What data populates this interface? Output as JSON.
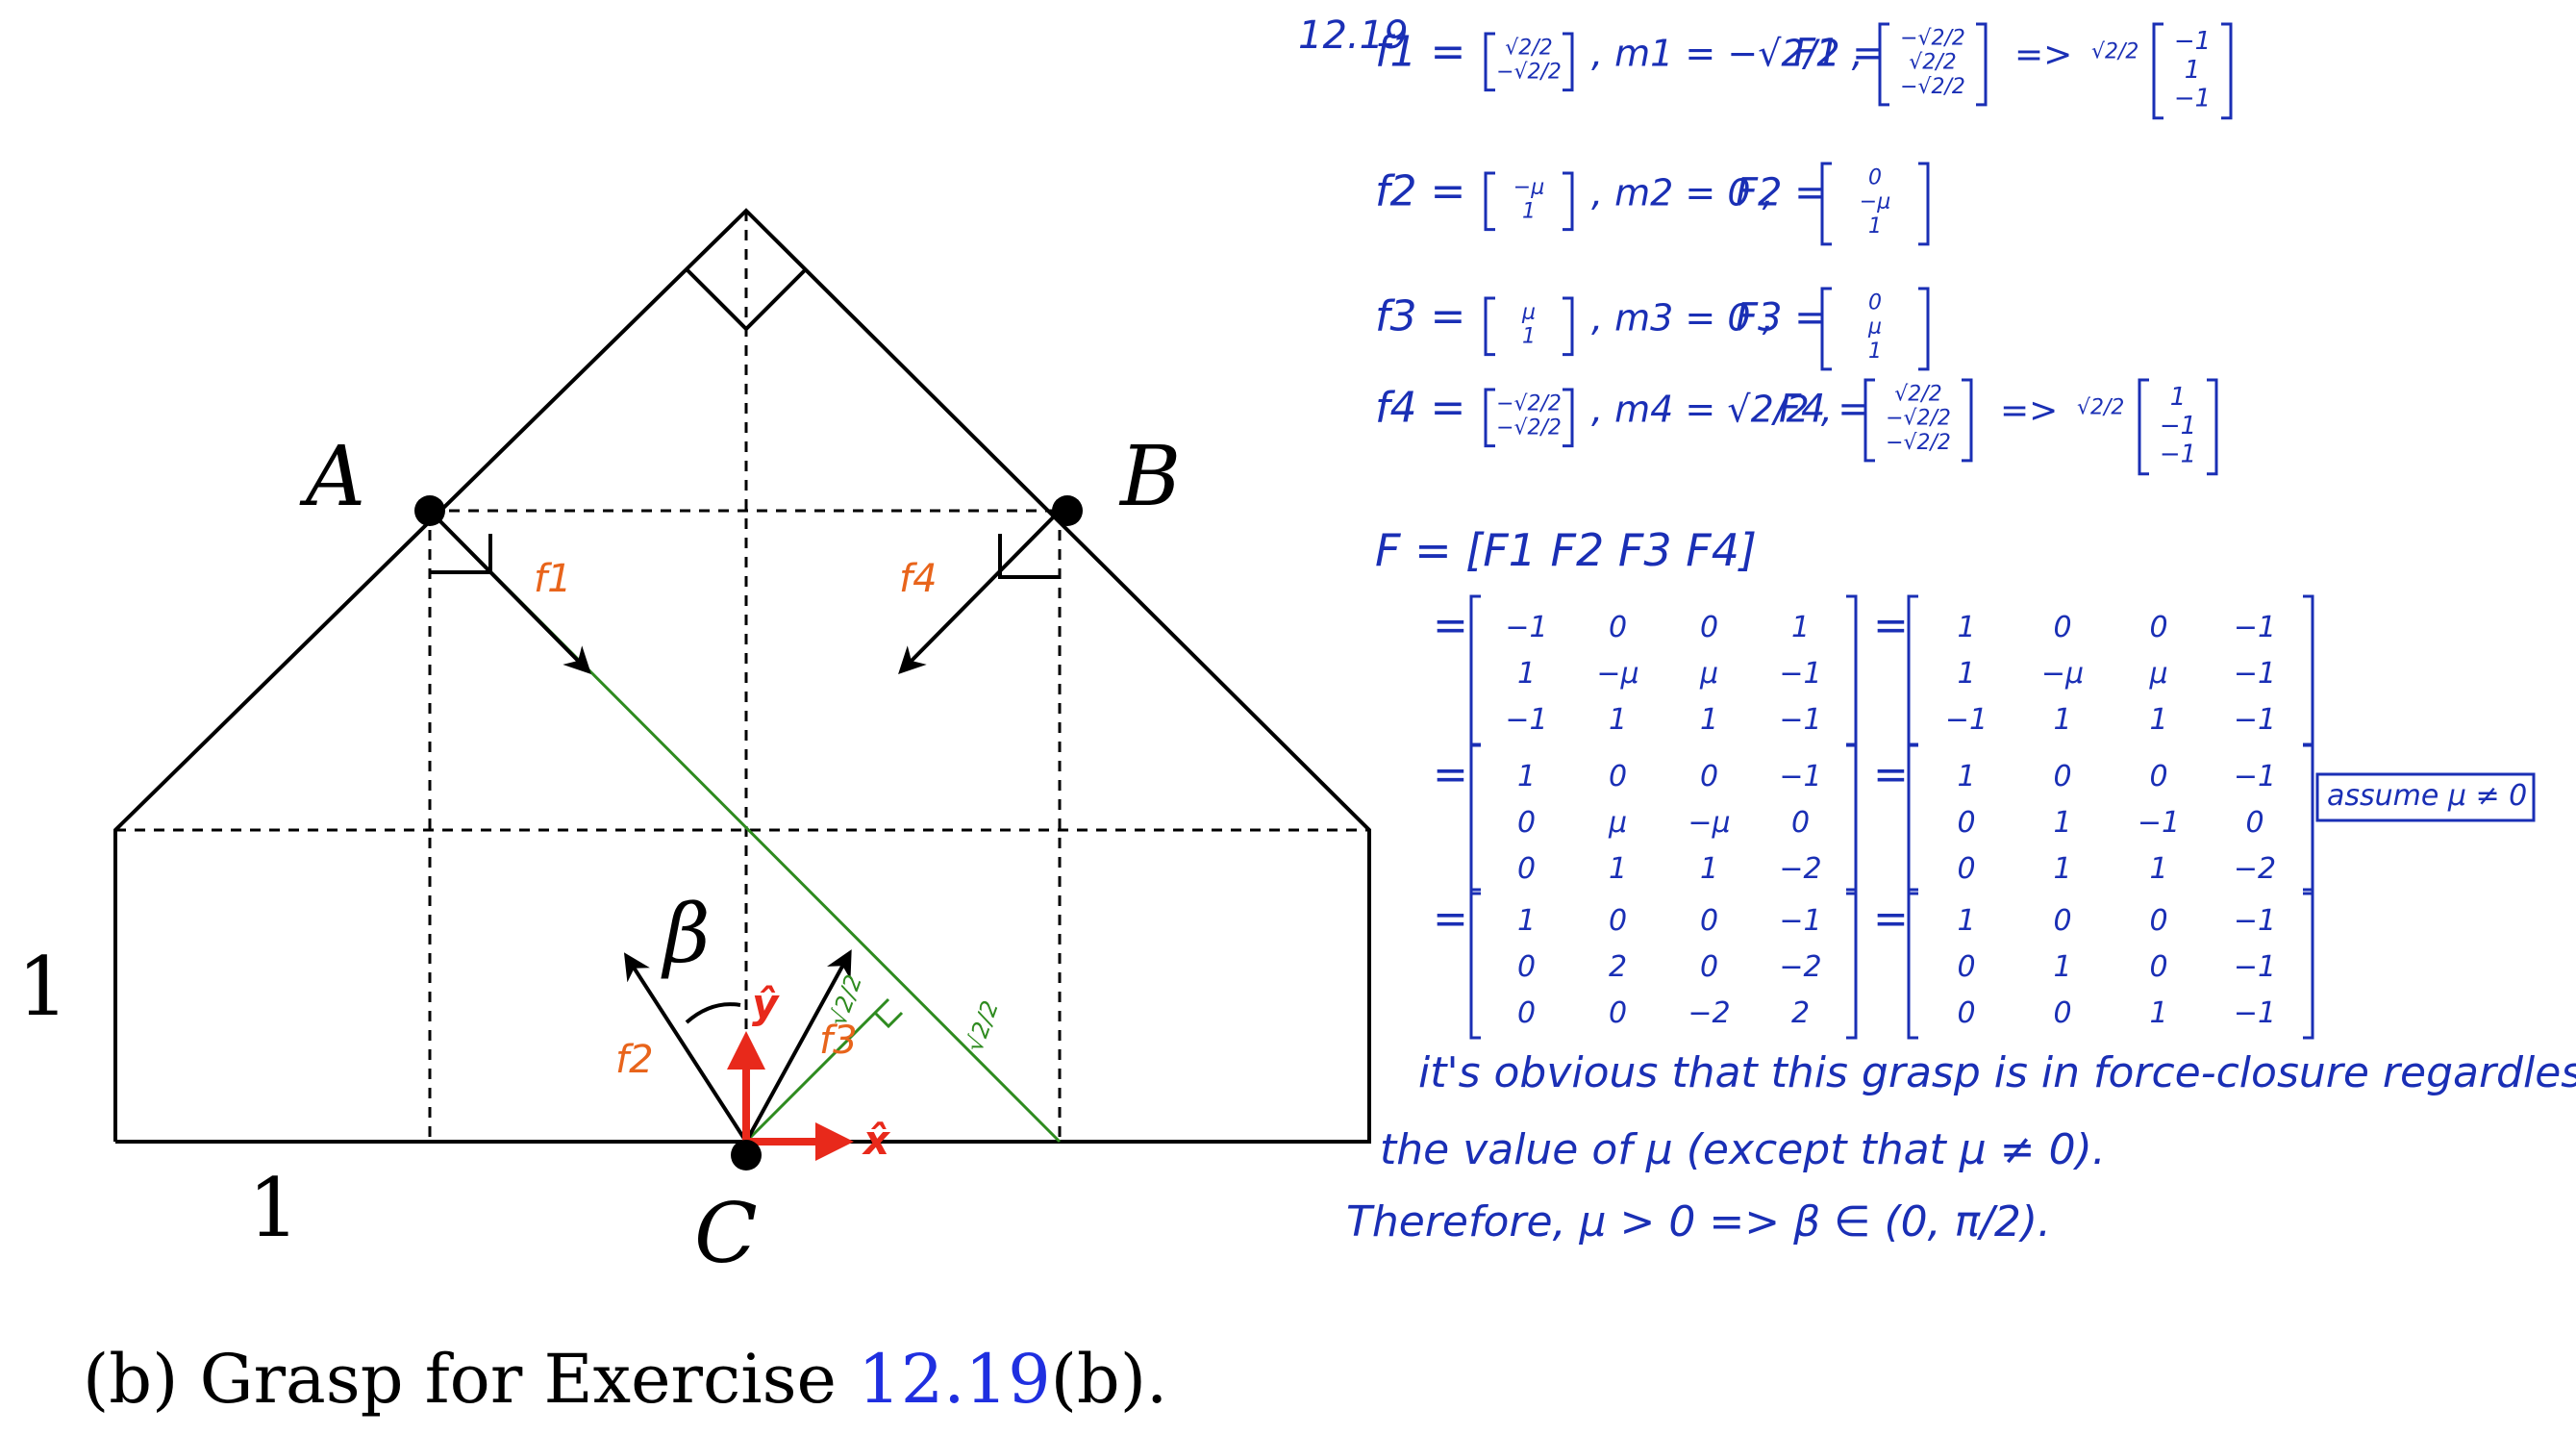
{
  "diagram": {
    "point_labels": {
      "a": "A",
      "b": "B",
      "c": "C"
    },
    "dimension_labels": {
      "height": "1",
      "width": "1"
    },
    "angle_label": "β",
    "force_labels": {
      "f1": "f1",
      "f2": "f2",
      "f3": "f3",
      "f4": "f4"
    },
    "axis_labels": {
      "x": "x̂",
      "y": "ŷ"
    },
    "length_labels": {
      "small": "√2/2",
      "large": "√2/2"
    },
    "colors": {
      "outline": "#000000",
      "force_label": "#e8641b",
      "green_line": "#2e8b1f",
      "axes": "#e8291b",
      "handwriting": "#1a2fb5",
      "caption_link": "#1f2fe0"
    }
  },
  "caption": {
    "prefix": "(b) Grasp for Exercise ",
    "link": "12.19",
    "suffix": "(b)."
  },
  "notes": {
    "title": "12.19",
    "rows": [
      {
        "f_label": "f1 =",
        "f_vec": [
          "√2/2",
          "−√2/2"
        ],
        "m_text": ", m1 = −√2/2 ,",
        "F_label": "F1 =",
        "F_vec": [
          "−√2/2",
          "√2/2",
          "−√2/2"
        ],
        "arrow": "=>",
        "factor": "√2/2",
        "result": [
          "−1",
          "1",
          "−1"
        ]
      },
      {
        "f_label": "f2 =",
        "f_vec": [
          "−μ",
          "1"
        ],
        "m_text": ", m2 = 0 ,",
        "F_label": "F2 =",
        "F_vec": [
          "0",
          "−μ",
          "1"
        ],
        "arrow": "",
        "factor": "",
        "result": []
      },
      {
        "f_label": "f3 =",
        "f_vec": [
          "μ",
          "1"
        ],
        "m_text": ", m3 = 0 ,",
        "F_label": "F3 =",
        "F_vec": [
          "0",
          "μ",
          "1"
        ],
        "arrow": "",
        "factor": "",
        "result": []
      },
      {
        "f_label": "f4 =",
        "f_vec": [
          "−√2/2",
          "−√2/2"
        ],
        "m_text": ", m4 = √2/2 ,",
        "F_label": "F4 =",
        "F_vec": [
          "√2/2",
          "−√2/2",
          "−√2/2"
        ],
        "arrow": "=>",
        "factor": "√2/2",
        "result": [
          "1",
          "−1",
          "−1"
        ]
      }
    ],
    "F_def": "F = [F1  F2  F3  F4]",
    "steps": [
      {
        "left": [
          [
            "−1",
            "0",
            "0",
            "1"
          ],
          [
            "1",
            "−μ",
            "μ",
            "−1"
          ],
          [
            "−1",
            "1",
            "1",
            "−1"
          ]
        ],
        "right": [
          [
            "1",
            "0",
            "0",
            "−1"
          ],
          [
            "1",
            "−μ",
            "μ",
            "−1"
          ],
          [
            "−1",
            "1",
            "1",
            "−1"
          ]
        ],
        "note": ""
      },
      {
        "left": [
          [
            "1",
            "0",
            "0",
            "−1"
          ],
          [
            "0",
            "μ",
            "−μ",
            "0"
          ],
          [
            "0",
            "1",
            "1",
            "−2"
          ]
        ],
        "right": [
          [
            "1",
            "0",
            "0",
            "−1"
          ],
          [
            "0",
            "1",
            "−1",
            "0"
          ],
          [
            "0",
            "1",
            "1",
            "−2"
          ]
        ],
        "note": "assume μ ≠ 0"
      },
      {
        "left": [
          [
            "1",
            "0",
            "0",
            "−1"
          ],
          [
            "0",
            "2",
            "0",
            "−2"
          ],
          [
            "0",
            "0",
            "−2",
            "2"
          ]
        ],
        "right": [
          [
            "1",
            "0",
            "0",
            "−1"
          ],
          [
            "0",
            "1",
            "0",
            "−1"
          ],
          [
            "0",
            "0",
            "1",
            "−1"
          ]
        ],
        "note": ""
      }
    ],
    "conclusion": [
      "it's obvious that this grasp is in force-closure regardless of",
      "the value of μ (except that μ ≠ 0).",
      "Therefore, μ > 0 => β ∈ (0, π/2)."
    ]
  }
}
